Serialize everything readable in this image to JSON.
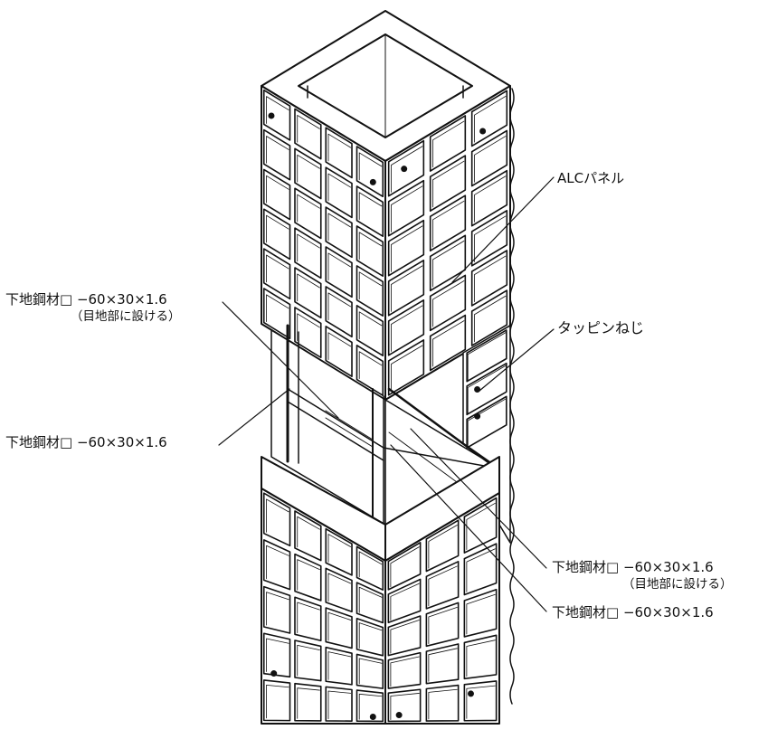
{
  "labels": {
    "alc_panel": "ALCパネル",
    "tapping_screw": "タッピンねじ",
    "base_steel_upper_left_line1": "下地鋼材□ −60×30×1.6",
    "base_steel_upper_left_line2": "（目地部に設ける）",
    "base_steel_lower_left": "下地鋼材□ −60×30×1.6",
    "base_steel_upper_right_line1": "下地鋼材□ −60×30×1.6",
    "base_steel_upper_right_line2": "（目地部に設ける）",
    "base_steel_lower_right": "下地鋼材□ −60×30×1.6"
  },
  "colors": {
    "ink": "#111111",
    "paper": "#ffffff"
  }
}
